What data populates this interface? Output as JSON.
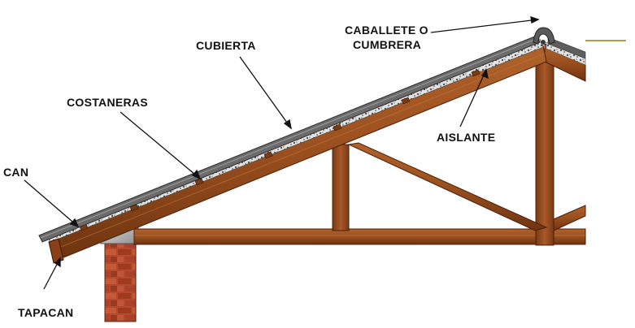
{
  "diagram": {
    "labels": {
      "caballete_line1": "CABALLETE O",
      "caballete_line2": "CUMBRERA",
      "cubierta": "CUBIERTA",
      "costaneras": "COSTANERAS",
      "aislante": "AISLANTE",
      "can": "CAN",
      "tapacan": "TAPACAN"
    },
    "colors": {
      "timber": "#9a4f1e",
      "timber_dark": "#5e2c0c",
      "roof_sheet": "#6a6a6a",
      "insulation": "#d8d8d8",
      "brick": "#b4492c",
      "gray_block": "#bcbcbc",
      "leader_line": "#111111",
      "accent_line": "#b89a4a"
    }
  }
}
